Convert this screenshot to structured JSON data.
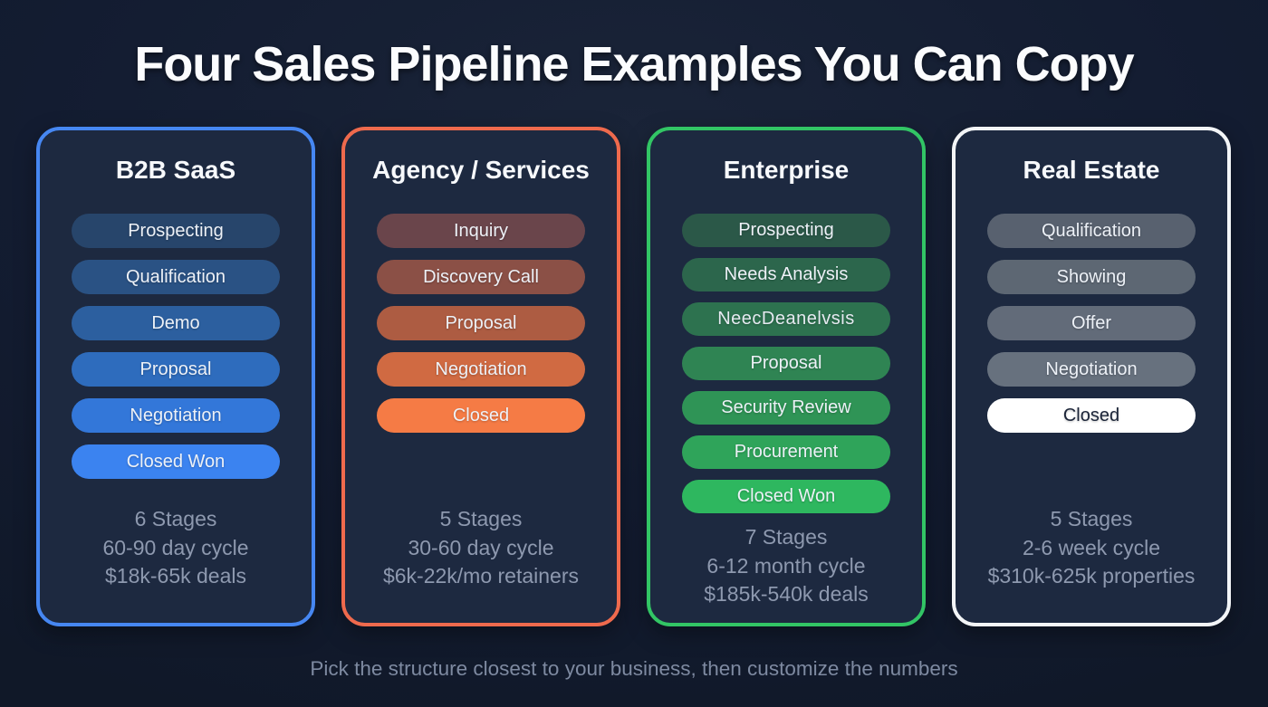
{
  "title": "Four Sales Pipeline Examples You Can Copy",
  "footer": "Pick the structure closest to your business, then customize the numbers",
  "colors": {
    "page_bg": "#131c31",
    "card_bg": "#1d2940",
    "stats_text": "#8e99af",
    "footer_text": "#7e8aa1",
    "pill_text": "#edf1f7",
    "accent_b2b_saas": "#4687f2",
    "accent_agency_services": "#ef6a4d",
    "accent_enterprise": "#32c565",
    "accent_real_estate": "#f3f5f7"
  },
  "cards": [
    {
      "name": "B2B SaaS",
      "accent": "#4687f2",
      "stages": [
        {
          "label": "Prospecting",
          "bg": "#27456b"
        },
        {
          "label": "Qualification",
          "bg": "#2a5284"
        },
        {
          "label": "Demo",
          "bg": "#2c5f9f"
        },
        {
          "label": "Proposal",
          "bg": "#2e6cbd"
        },
        {
          "label": "Negotiation",
          "bg": "#3377d9"
        },
        {
          "label": "Closed Won",
          "bg": "#3b83f0"
        }
      ],
      "stats": [
        "6 Stages",
        "60-90 day cycle",
        "$18k-65k deals"
      ]
    },
    {
      "name": "Agency / Services",
      "accent": "#ef6a4d",
      "stages": [
        {
          "label": "Inquiry",
          "bg": "#6a454b"
        },
        {
          "label": "Discovery Call",
          "bg": "#8b5046"
        },
        {
          "label": "Proposal",
          "bg": "#ad5c42"
        },
        {
          "label": "Negotiation",
          "bg": "#d06a42"
        },
        {
          "label": "Closed",
          "bg": "#f57b45"
        }
      ],
      "stats": [
        "5 Stages",
        "30-60 day cycle",
        "$6k-22k/mo retainers"
      ]
    },
    {
      "name": "Enterprise",
      "accent": "#32c565",
      "stages": [
        {
          "label": "Prospecting",
          "bg": "#2b5848"
        },
        {
          "label": "Needs Analysis",
          "bg": "#2c664c"
        },
        {
          "label": "NeecDeanelvsis",
          "bg": "#2e7550"
        },
        {
          "label": "Proposal",
          "bg": "#2f8453"
        },
        {
          "label": "Security Review",
          "bg": "#2f9456"
        },
        {
          "label": "Procurement",
          "bg": "#2fa45a"
        },
        {
          "label": "Closed Won",
          "bg": "#2eb75f"
        }
      ],
      "stats": [
        "7 Stages",
        "6-12 month cycle",
        "$185k-540k deals"
      ]
    },
    {
      "name": "Real Estate",
      "accent": "#f3f5f7",
      "stages": [
        {
          "label": "Qualification",
          "bg": "#58616f"
        },
        {
          "label": "Showing",
          "bg": "#5d6773"
        },
        {
          "label": "Offer",
          "bg": "#626b79"
        },
        {
          "label": "Negotiation",
          "bg": "#67717e"
        },
        {
          "label": "Closed",
          "bg": "#ffffff",
          "fg": "#1b2438"
        }
      ],
      "stats": [
        "5 Stages",
        "2-6 week cycle",
        "$310k-625k properties"
      ]
    }
  ]
}
